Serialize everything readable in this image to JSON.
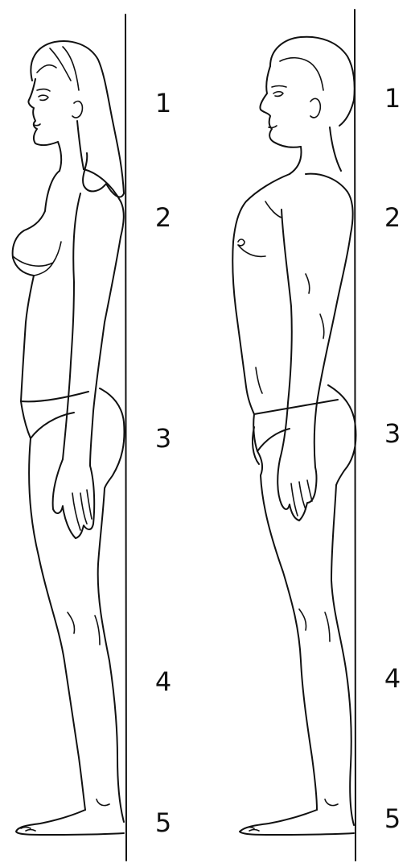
{
  "figures": [
    {
      "name": "female",
      "markers": [
        "1",
        "2",
        "3",
        "4",
        "5"
      ]
    },
    {
      "name": "male",
      "markers": [
        "1",
        "2",
        "3",
        "4",
        "5"
      ]
    }
  ],
  "colors": {
    "line": "#111111",
    "background": "#ffffff"
  }
}
